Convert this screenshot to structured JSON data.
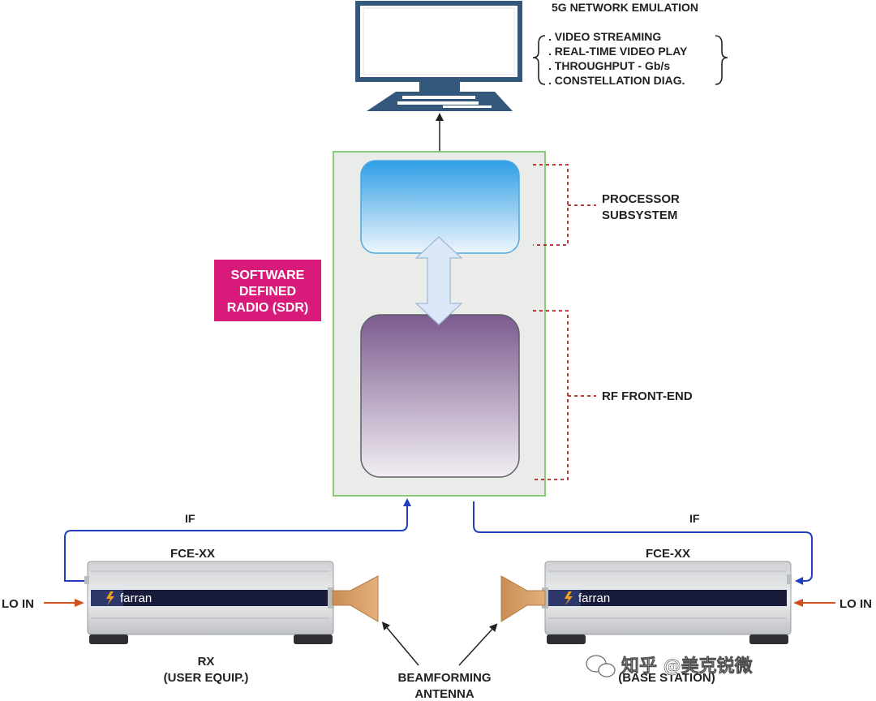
{
  "monitor": {
    "title": "5G NETWORK EMULATION",
    "features": [
      ". VIDEO STREAMING",
      ". REAL-TIME VIDEO PLAY",
      ". THROUGHPUT - Gb/s",
      ". CONSTELLATION DIAG."
    ]
  },
  "sdr": {
    "badge_lines": [
      "SOFTWARE",
      "DEFINED",
      "RADIO (SDR)"
    ],
    "badge_color": "#d81b7a",
    "processor_lines": [
      "PROCESSOR",
      "SUBSYSTEM"
    ],
    "rf_label": "RF FRONT-END"
  },
  "links": {
    "left_if": "IF",
    "right_if": "IF"
  },
  "left_unit": {
    "model": "FCE-XX",
    "brand": "farran",
    "lo_label": "LO IN",
    "role_lines": [
      "RX",
      "(USER EQUIP.)"
    ]
  },
  "right_unit": {
    "model": "FCE-XX",
    "brand": "farran",
    "lo_label": "LO IN",
    "role_lines": [
      "",
      "(BASE STATION)"
    ]
  },
  "antenna_lines": [
    "BEAMFORMING",
    "ANTENNA"
  ],
  "watermark": "知乎 @美克锐微",
  "colors": {
    "if_line": "#1f3fbf",
    "lo_arrow": "#d0501e",
    "dashed_bracket": "#b22222",
    "horn": "#d9a066",
    "sdr_border": "#8cc97a",
    "sdr_fill": "#e9ece9"
  }
}
